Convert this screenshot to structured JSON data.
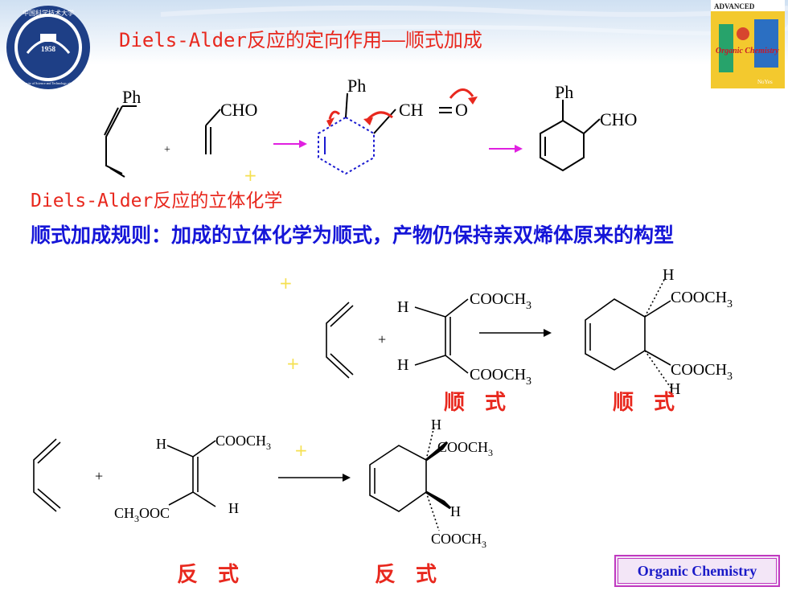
{
  "slide": {
    "title": "Diels-Alder反应的定向作用——顺式加成",
    "section_heading": "Diels-Alder反应的立体化学",
    "rule_text": "顺式加成规则：加成的立体化学为顺式，产物仍保持亲双烯体原来的构型"
  },
  "logo": {
    "top_arc": "中国科学技术大学",
    "year": "1958",
    "bottom_arc": "University of Science and Technology of China"
  },
  "book_icon": {
    "top_label": "ADVANCED",
    "middle_label": "Organic Chemistry",
    "corner_label": "NoYes"
  },
  "scheme1": {
    "diene_sub": "Ph",
    "plus": "+",
    "dienophile_group": "CHO",
    "ts_sub": "Ph",
    "ts_group_1": "CH",
    "ts_group_2": "O",
    "product_sub": "Ph",
    "product_group": "CHO"
  },
  "scheme2": {
    "plus": "+",
    "h_top": "H",
    "h_bottom": "H",
    "ester_top": "COOCH",
    "ester_bottom": "COOCH",
    "sub3": "3",
    "product_h_top": "H",
    "product_h_bottom": "H",
    "product_ester_top": "COOCH",
    "product_ester_bottom": "COOCH",
    "reactant_label": "顺 式",
    "product_label": "顺 式"
  },
  "scheme3": {
    "plus": "+",
    "h_top": "H",
    "ester_top": "COOCH",
    "ester_left": "CH",
    "ester_left_tail": "OOC",
    "h_right": "H",
    "sub3": "3",
    "product_h_top": "H",
    "product_ester_top": "COOCH",
    "product_h_right": "H",
    "product_ester_bottom": "COOCH",
    "reactant_label": "反 式",
    "product_label": "反 式"
  },
  "footer": {
    "badge": "Organic Chemistry"
  },
  "colors": {
    "title_red": "#e8281e",
    "rule_blue": "#1515d8",
    "arrow_magenta": "#e020e0",
    "ts_blue": "#1a1ad0",
    "badge_border": "#c03ac0"
  }
}
